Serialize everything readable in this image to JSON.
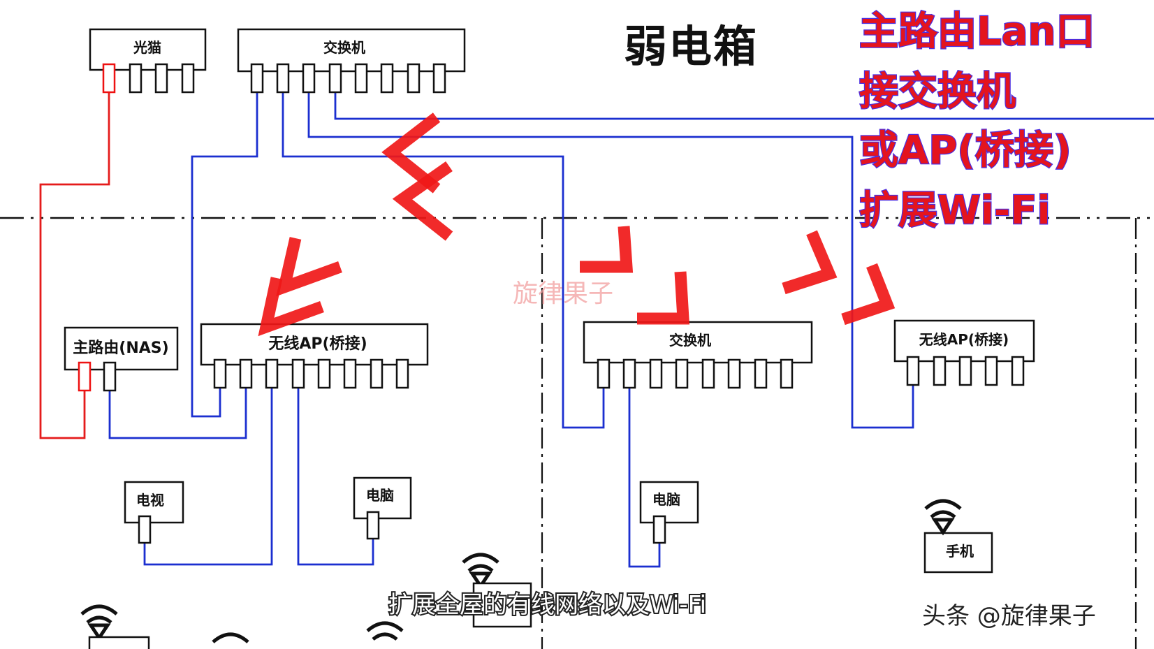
{
  "header": {
    "title": "弱电箱",
    "note_lines": [
      "主路由Lan口",
      "接交换机",
      "或AP(桥接)",
      "扩展Wi-Fi"
    ]
  },
  "devices": {
    "modem": "光猫",
    "switch_top": "交换机",
    "router": "主路由(NAS)",
    "ap_left": "无线AP(桥接)",
    "switch_mid": "交换机",
    "ap_right": "无线AP(桥接)",
    "tv": "电视",
    "pc_left": "电脑",
    "pc_mid": "电脑",
    "phone": "手机"
  },
  "watermark": "旋律果子",
  "subtitle": "扩展全屋的有线网络以及Wi-Fi",
  "brand": "头条 @旋律果子",
  "colors": {
    "wire": "#1b2fd0",
    "uplink": "#e51b1b",
    "arrow": "#f01818",
    "note": "#e4141e"
  }
}
